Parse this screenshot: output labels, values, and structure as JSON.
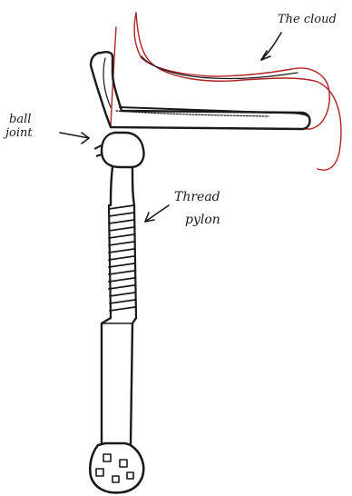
{
  "labels": {
    "cloud": "The cloud",
    "ball_line1": "ball",
    "ball_line2": "joint",
    "thread_line1": "Thread",
    "thread_line2": "pylon"
  },
  "colors": {
    "ink": "#1a1a1a",
    "cloud_outline": "#b22222",
    "paper": "#ffffff"
  }
}
